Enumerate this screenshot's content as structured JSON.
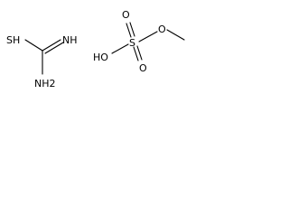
{
  "molecule_1": {
    "atoms": {
      "sh": "SH",
      "nh": "NH",
      "nh2": "NH2"
    }
  },
  "molecule_2": {
    "atoms": {
      "ho": "HO",
      "s": "S",
      "o_top": "O",
      "o_bottom": "O",
      "o_ester": "O"
    }
  }
}
